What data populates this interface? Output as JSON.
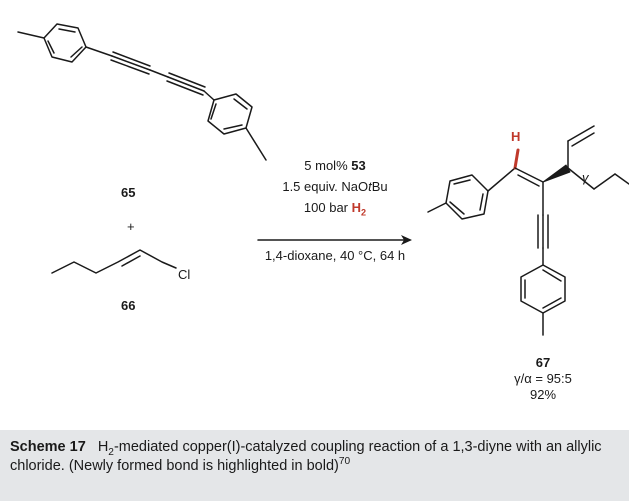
{
  "compounds": {
    "diyne": "65",
    "plus": "+",
    "allyl_chloride": "66",
    "chloride_atom": "Cl",
    "product": "67",
    "gamma": "γ",
    "hydrogen_atom": "H"
  },
  "conditions": {
    "catalyst_prefix": "5 mol% ",
    "catalyst": "53",
    "base_prefix": "1.5 equiv. NaO",
    "base_t": "t",
    "base_suffix": "Bu",
    "h2_prefix": "100 bar ",
    "h2_h": "H",
    "h2_sub": "2",
    "solvent_line": "1,4-dioxane, 40 °C, 64 h"
  },
  "results": {
    "selectivity": "γ/α = 95:5",
    "yield": "92%"
  },
  "caption": {
    "label": "Scheme 17",
    "h": "H",
    "sub": "2",
    "text": "-mediated copper(I)-catalyzed coupling reaction of a 1,3-diyne with an allylic chloride. (Newly formed bond is highlighted in bold)",
    "ref": "70"
  },
  "colors": {
    "highlight": "#c0392b",
    "caption_bg": "#e4e6e8",
    "bond": "#1a1a1a"
  }
}
